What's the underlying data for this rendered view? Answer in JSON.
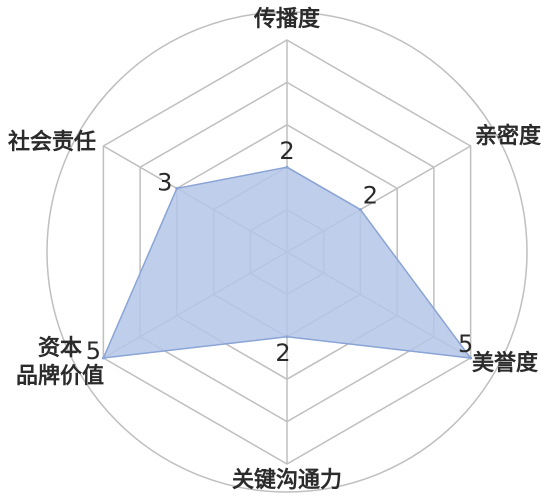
{
  "chart_data": {
    "type": "radar",
    "axes": [
      "传播度",
      "亲密度",
      "美誉度",
      "关键沟通力",
      "资本\n品牌价值",
      "社会责任"
    ],
    "values": [
      2,
      2,
      5,
      2,
      5,
      3
    ],
    "value_labels": [
      "2",
      "2",
      "5",
      "2",
      "5",
      "3"
    ],
    "max": 5,
    "levels": 5,
    "colors": {
      "fill": "#b4c7e7",
      "stroke": "#8aa4d6",
      "grid": "#bfbfbf",
      "axis_text": "#2b2b2b"
    }
  }
}
